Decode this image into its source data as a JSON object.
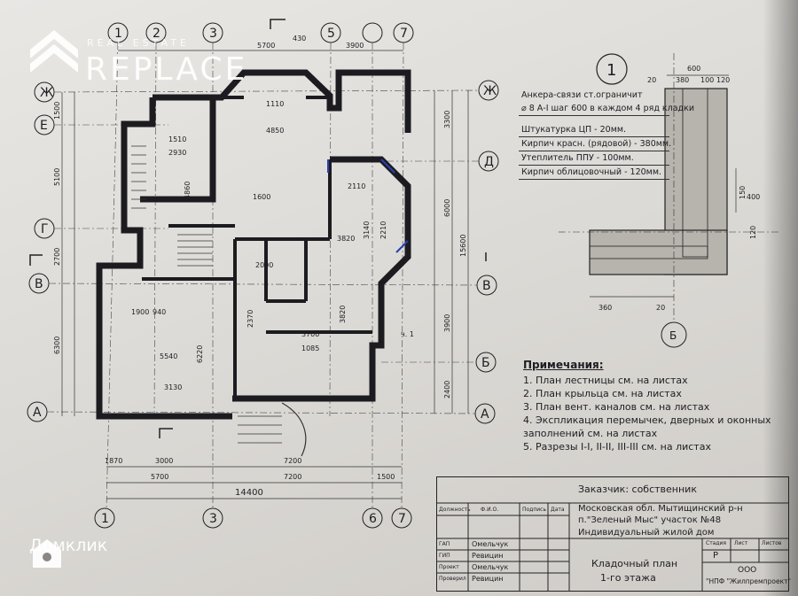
{
  "watermarks": {
    "top_brand_small": "REAL ESTATE",
    "top_brand": "REPLACE",
    "bottom_brand": "Домклик"
  },
  "plan": {
    "axes_numbers": [
      "1",
      "2",
      "3",
      "5",
      "6",
      "7"
    ],
    "axes_letters": [
      "Ж",
      "Е",
      "Д",
      "Г",
      "В",
      "Б",
      "А"
    ],
    "dims_bottom": [
      "1870",
      "3000",
      "7200",
      "5700",
      "7200",
      "1500",
      "14400"
    ],
    "dims_top": [
      "5700",
      "3900",
      "430"
    ],
    "dims_left": [
      "5100",
      "2700",
      "6300",
      "1500"
    ],
    "dims_right": [
      "3300",
      "6000",
      "15600",
      "3900",
      "2400"
    ],
    "room_dims": [
      "4850",
      "2930",
      "5540",
      "3130",
      "3820",
      "3700",
      "1510",
      "4860",
      "2110",
      "3140",
      "2210",
      "1900",
      "940",
      "3820",
      "2370",
      "6220",
      "1110",
      "1600",
      "2000",
      "1085"
    ],
    "section_mark": "ч. 1"
  },
  "detail": {
    "number": "1",
    "axis": "Б",
    "dims": [
      "600",
      "20",
      "380",
      "100",
      "120",
      "360",
      "20",
      "150",
      "400",
      "120"
    ],
    "legend": [
      "Анкера-связи ст.ограничит",
      "⌀ 8 А-I шаг 600 в каждом 4 ряд кладки",
      "Штукатурка ЦП - 20мм.",
      "Кирпич красн. (рядовой) - 380мм.",
      "Утеплитель ППУ - 100мм.",
      "Кирпич облицовочный - 120мм."
    ]
  },
  "notes": {
    "title": "Примечания:",
    "items": [
      "1. План лестницы см. на листах",
      "2. План крыльца см. на листах",
      "3. План вент. каналов см. на листах",
      "4. Экспликация перемычек, дверных и оконных заполнений см. на листах",
      "5. Разрезы I-I, II-II, III-III см. на листах"
    ]
  },
  "stamp": {
    "customer": "Заказчик: собственник",
    "address_1": "Московская обл. Мытищинский р-н",
    "address_2": "п.\"Зеленый Мыс\" участок №48",
    "object": "Индивидуальный жилой дом",
    "sheet_title_1": "Кладочный план",
    "sheet_title_2": "1-го этажа",
    "col_headers": [
      "Должность",
      "Ф.И.О.",
      "Подпись",
      "Дата"
    ],
    "roles": [
      "ГАП",
      "ГИП",
      "Проект",
      "Проверил"
    ],
    "names": [
      "Омельчук",
      "Ревицин",
      "Омельчук",
      "Ревицин"
    ],
    "stage_headers": [
      "Стадия",
      "Лист",
      "Листов"
    ],
    "stage": "Р",
    "company_1": "ООО",
    "company_2": "\"НПФ \"Жилпремпроект\""
  }
}
